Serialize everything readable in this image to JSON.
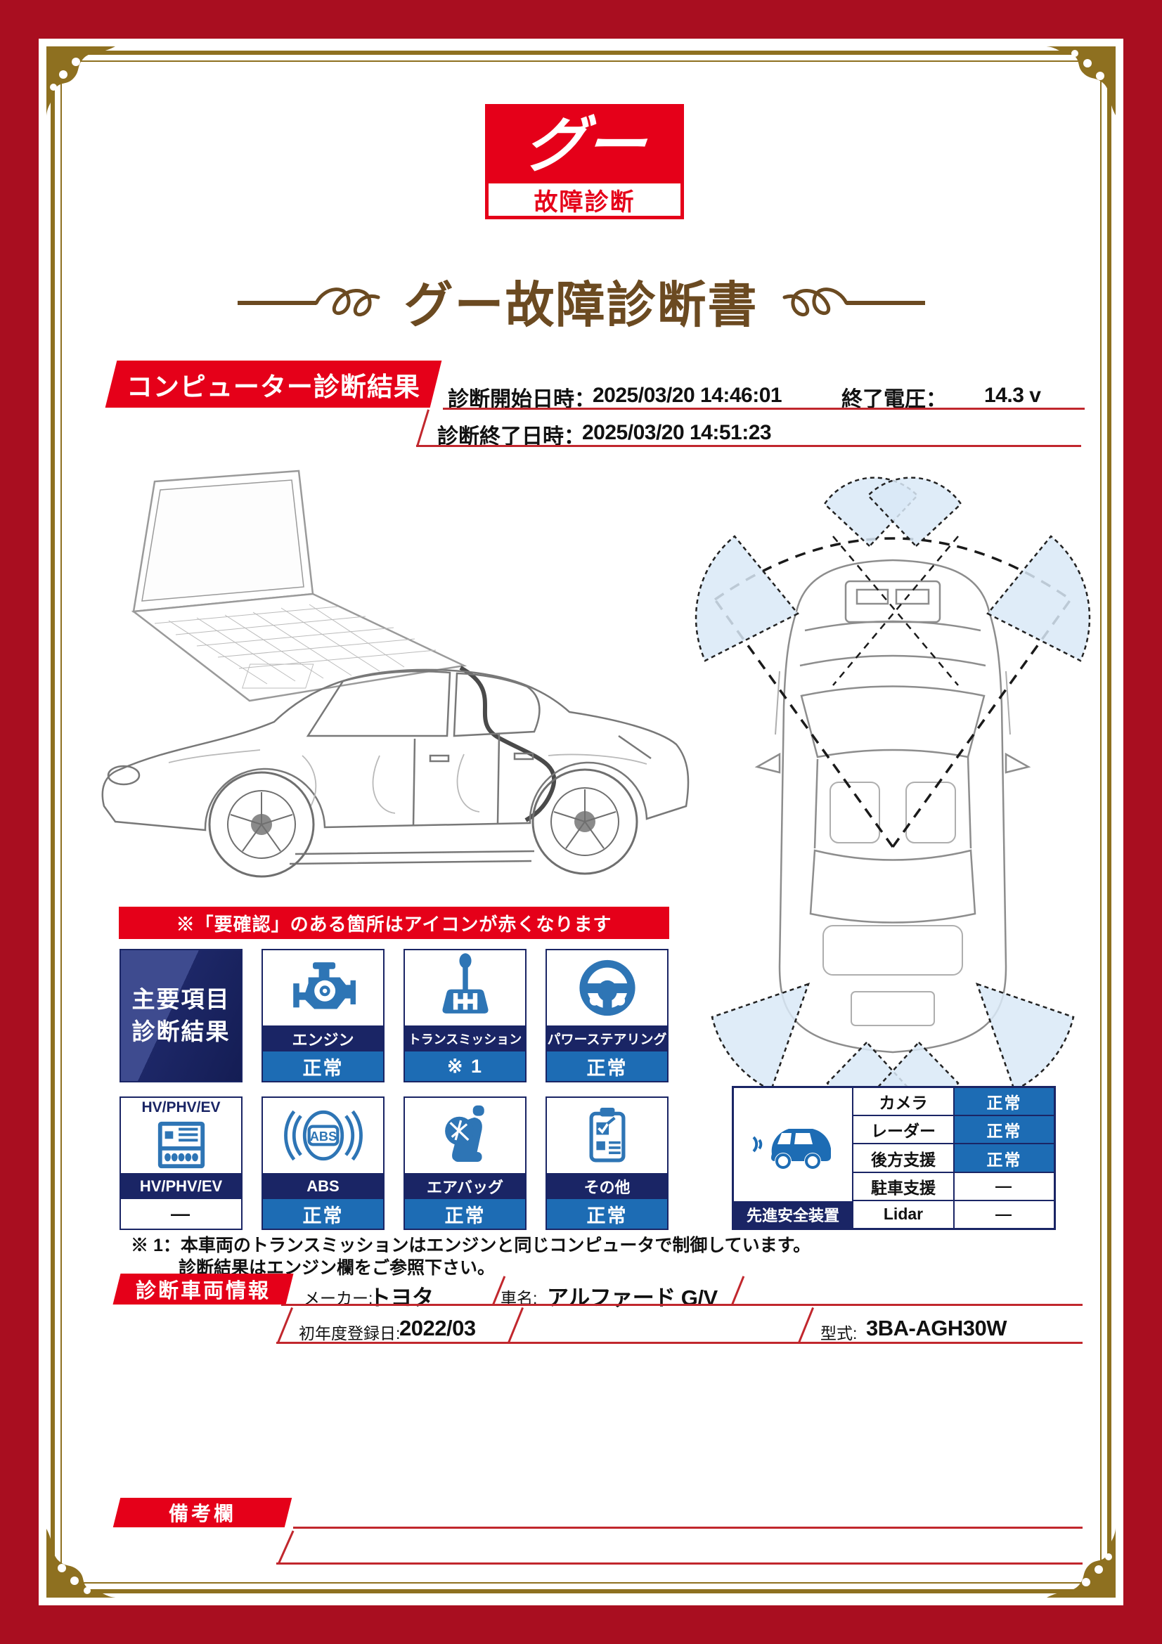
{
  "colors": {
    "border_red": "#a90e20",
    "accent_red": "#e50019",
    "line_red": "#c1272d",
    "gold": "#8e7020",
    "navy": "#1a2565",
    "status_blue": "#1d6cb4",
    "icon_blue": "#2e75b5",
    "title_brown": "#6b4a21",
    "sensor_blue": "#d9e9f7"
  },
  "logo": {
    "top_text": "グー",
    "bottom_text": "故障診断"
  },
  "title": {
    "text": "グー故障診断書"
  },
  "diagnosis": {
    "banner": "コンピューター診断結果",
    "start_label": "診断開始日時：",
    "start_value": "2025/03/20 14:46:01",
    "voltage_label": "終了電圧：",
    "voltage_value": "14.3 v",
    "end_label": "診断終了日時：",
    "end_value": "2025/03/20 14:51:23"
  },
  "notice": {
    "text": "※「要確認」のある箇所はアイコンが赤くなります"
  },
  "main_grid": {
    "header_line1": "主要項目",
    "header_line2": "診断結果",
    "cards": [
      {
        "label": "エンジン",
        "status": "正常"
      },
      {
        "label": "トランスミッション",
        "status": "※ 1"
      },
      {
        "label": "パワーステアリング",
        "status": "正常"
      },
      {
        "label": "HV/PHV/EV",
        "status": "—",
        "icon_title": "HV/PHV/EV"
      },
      {
        "label": "ABS",
        "status": "正常"
      },
      {
        "label": "エアバッグ",
        "status": "正常"
      },
      {
        "label": "その他",
        "status": "正常"
      }
    ]
  },
  "footnote": {
    "line1": "※ 1：本車両のトランスミッションはエンジンと同じコンピュータで制御しています。",
    "line2": "診断結果はエンジン欄をご参照下さい。"
  },
  "adas": {
    "label": "先進安全装置",
    "rows": [
      {
        "name": "カメラ",
        "status": "正常"
      },
      {
        "name": "レーダー",
        "status": "正常"
      },
      {
        "name": "後方支援",
        "status": "正常"
      },
      {
        "name": "駐車支援",
        "status": "—"
      },
      {
        "name": "Lidar",
        "status": "—"
      }
    ]
  },
  "vehicle": {
    "banner": "診断車両情報",
    "maker_label": "メーカー:",
    "maker_value": "トヨタ",
    "name_label": "車名:",
    "name_value": "アルファード G/V",
    "reg_label": "初年度登録日:",
    "reg_value": "2022/03",
    "model_label": "型式:",
    "model_value": "3BA-AGH30W"
  },
  "remarks": {
    "banner": "備考欄"
  }
}
